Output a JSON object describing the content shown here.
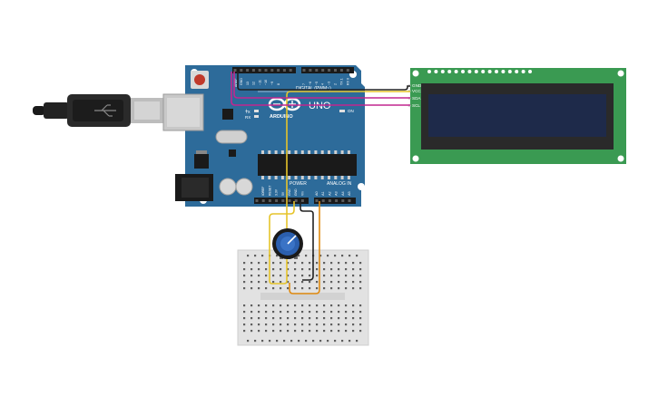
{
  "board": {
    "brand_label": "ARDUINO",
    "model_label": "UNO",
    "digital_header_label": "DIGITAL (PWM~)",
    "power_header_label": "POWER",
    "analog_header_label": "ANALOG IN",
    "on_label": "ON",
    "tx_label": "TX",
    "rx_label": "RX",
    "l_label": "L",
    "aref_label": "AREF",
    "digital_pins": [
      "GND",
      "13",
      "12",
      "~11",
      "~10",
      "~9",
      "8",
      "7",
      "~6",
      "~5",
      "4",
      "~3",
      "2",
      "TX 1",
      "RX 0"
    ],
    "power_pins": [
      "IOREF",
      "RESET",
      "3.3V",
      "5V",
      "GND",
      "GND",
      "Vin"
    ],
    "analog_pins": [
      "A0",
      "A1",
      "A2",
      "A3",
      "A4",
      "A5"
    ]
  },
  "lcd": {
    "pin_labels": [
      "GND",
      "VCC",
      "SDA",
      "SCL"
    ]
  },
  "colors": {
    "board": "#2d6b9a",
    "board_dark": "#1f5379",
    "lcd_pcb": "#3a9a52",
    "lcd_screen": "#1e2a4a",
    "wire_gnd": "#222222",
    "wire_vcc": "#e6c42a",
    "wire_i2c": "#c2268f",
    "wire_analog": "#e08a10"
  }
}
